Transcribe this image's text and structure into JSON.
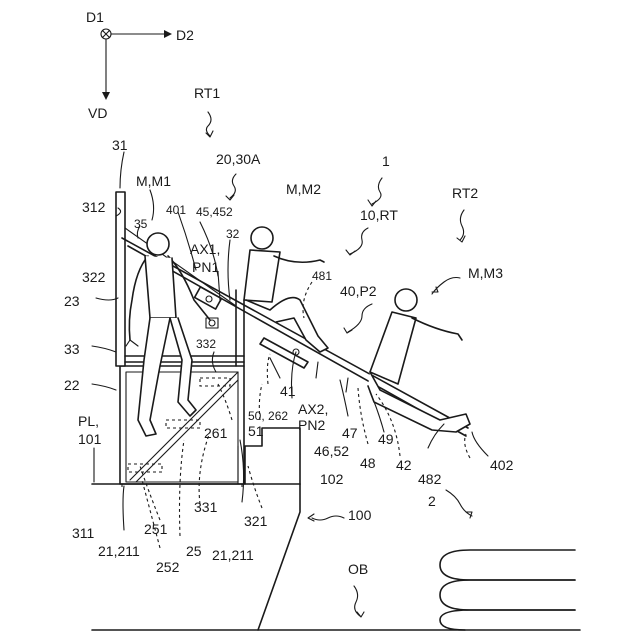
{
  "labels": {
    "D1": "D1",
    "D2": "D2",
    "VD": "VD",
    "RT1": "RT1",
    "RT2": "RT2",
    "L31": "31",
    "L312": "312",
    "L20_30A": "20,30A",
    "MM1": "M,M1",
    "L401": "401",
    "L45_452": "45,452",
    "MM2": "M,M2",
    "L1": "1",
    "L10_RT": "10,RT",
    "L35": "35",
    "AX1": "AX1,",
    "PN1": "PN1",
    "L32": "32",
    "L481": "481",
    "L40_P2": "40,P2",
    "MM3": "M,M3",
    "L322": "322",
    "L23": "23",
    "L33": "33",
    "L332": "332",
    "L22": "22",
    "L41": "41",
    "L50_262": "50, 262",
    "AX2": "AX2,",
    "PN2": "PN2",
    "L51": "51",
    "L261": "261",
    "L47": "47",
    "L49": "49",
    "L46_52": "46,52",
    "L48": "48",
    "L42": "42",
    "L402": "402",
    "L482": "482",
    "PL": "PL,",
    "L101": "101",
    "L102": "102",
    "L2": "2",
    "L100": "100",
    "L311": "311",
    "L251": "251",
    "L331": "331",
    "L321": "321",
    "L21_211a": "21,211",
    "L252": "252",
    "L25": "25",
    "L21_211b": "21,211",
    "OB": "OB"
  }
}
